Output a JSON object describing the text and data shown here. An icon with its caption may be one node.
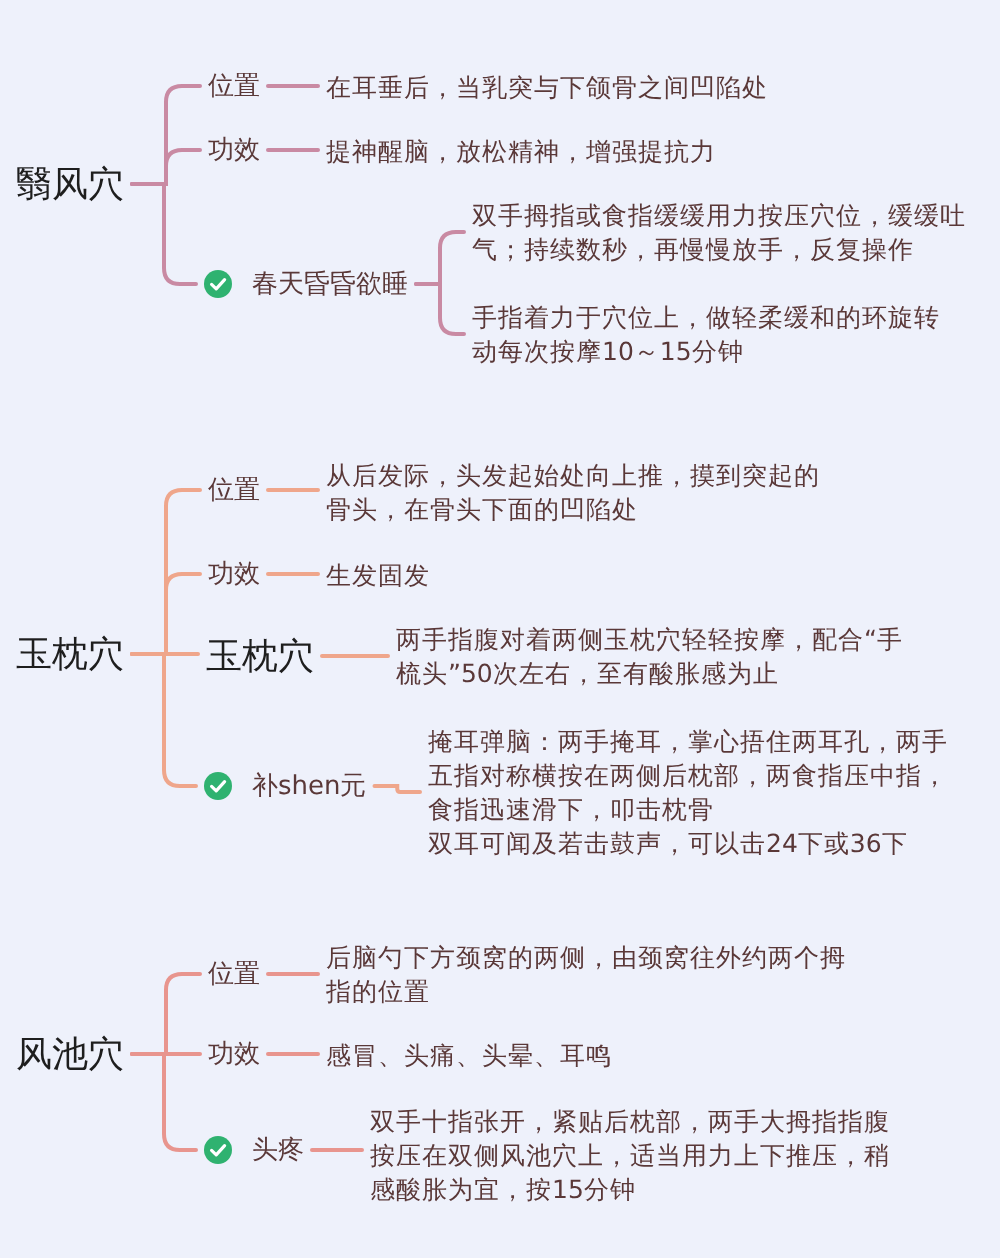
{
  "diagram": {
    "nodes": [
      {
        "text": [
          "翳风穴"
        ]
      },
      {
        "text": [
          "位置"
        ]
      },
      {
        "text": [
          "在耳垂后，当乳突与下颌骨之间凹陷处"
        ]
      },
      {
        "text": [
          "功效"
        ]
      },
      {
        "text": [
          "提神醒脑，放松精神，增强提抗力"
        ]
      },
      {
        "text": [
          "春天昏昏欲睡"
        ]
      },
      {
        "text": [
          "双手拇指或食指缓缓用力按压穴位，缓缓吐气；持续数秒，再慢慢放手，反复操作"
        ]
      },
      {
        "text": [
          "手指着力于穴位上，做轻柔缓和的环旋转动每次按摩10～15分钟"
        ]
      },
      {
        "text": [
          "玉枕穴"
        ]
      },
      {
        "text": [
          "位置"
        ]
      },
      {
        "text": [
          "从后发际，头发起始处向上推，摸到突起的骨头，在骨头下面的凹陷处"
        ]
      },
      {
        "text": [
          "功效"
        ]
      },
      {
        "text": [
          "生发固发"
        ]
      },
      {
        "text": [
          "玉枕穴"
        ]
      },
      {
        "text": [
          "两手指腹对着两侧玉枕穴轻轻按摩，配合“手梳头”50次左右，至有酸胀感为止"
        ]
      },
      {
        "text": [
          "补shen元"
        ]
      },
      {
        "text": [
          "掩耳弹脑：两手掩耳，掌心捂住两耳孔，两手五指对称横按在两侧后枕部，两食指压中指，食指迅速滑下，叩击枕骨",
          "双耳可闻及若击鼓声，可以击24下或36下"
        ]
      },
      {
        "text": [
          "风池穴"
        ]
      },
      {
        "text": [
          "位置"
        ]
      },
      {
        "text": [
          "后脑勺下方颈窝的两侧，由颈窝往外约两个拇指的位置"
        ]
      },
      {
        "text": [
          "功效"
        ]
      },
      {
        "text": [
          "感冒、头痛、头晕、耳鸣"
        ]
      },
      {
        "text": [
          "头疼"
        ]
      },
      {
        "text": [
          "双手十指张开，紧贴后枕部，两手大拇指指腹按压在双侧风池穴上，适当用力上下推压，稍感酸胀为宜，按15分钟"
        ]
      }
    ],
    "edges": [
      {
        "from": 0,
        "to": 1,
        "arrow": "none",
        "color": "#c98aa3"
      },
      {
        "from": 1,
        "to": 2,
        "arrow": "none",
        "color": "#c98aa3"
      },
      {
        "from": 0,
        "to": 3,
        "arrow": "none",
        "color": "#c98aa3"
      },
      {
        "from": 3,
        "to": 4,
        "arrow": "none",
        "color": "#c98aa3"
      },
      {
        "from": 0,
        "to": 5,
        "arrow": "none",
        "color": "#c98aa3"
      },
      {
        "from": 5,
        "to": 6,
        "arrow": "none",
        "color": "#c98aa3"
      },
      {
        "from": 5,
        "to": 7,
        "arrow": "none",
        "color": "#c98aa3"
      },
      {
        "from": 8,
        "to": 9,
        "arrow": "none",
        "color": "#efa68b"
      },
      {
        "from": 9,
        "to": 10,
        "arrow": "none",
        "color": "#efa68b"
      },
      {
        "from": 8,
        "to": 11,
        "arrow": "none",
        "color": "#efa68b"
      },
      {
        "from": 11,
        "to": 12,
        "arrow": "none",
        "color": "#efa68b"
      },
      {
        "from": 8,
        "to": 13,
        "arrow": "none",
        "color": "#efa68b"
      },
      {
        "from": 13,
        "to": 14,
        "arrow": "none",
        "color": "#efa68b"
      },
      {
        "from": 8,
        "to": 15,
        "arrow": "none",
        "color": "#efa68b"
      },
      {
        "from": 15,
        "to": 16,
        "arrow": "none",
        "color": "#efa68b"
      },
      {
        "from": 17,
        "to": 18,
        "arrow": "none",
        "color": "#e8958e"
      },
      {
        "from": 18,
        "to": 19,
        "arrow": "none",
        "color": "#e8958e"
      },
      {
        "from": 17,
        "to": 20,
        "arrow": "none",
        "color": "#e8958e"
      },
      {
        "from": 20,
        "to": 21,
        "arrow": "none",
        "color": "#e8958e"
      },
      {
        "from": 17,
        "to": 22,
        "arrow": "none",
        "color": "#e8958e"
      },
      {
        "from": 22,
        "to": 23,
        "arrow": "none",
        "color": "#e8958e"
      }
    ]
  }
}
